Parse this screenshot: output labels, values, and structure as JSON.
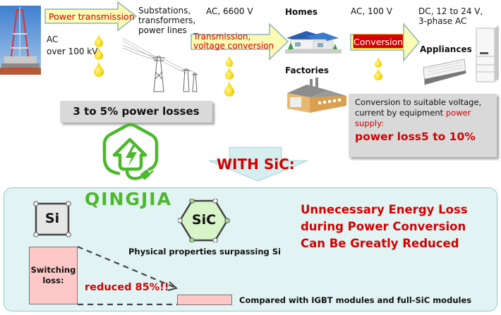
{
  "top_flow": {
    "power_transmission_label": "Power transmission",
    "ac_over_100kv": [
      "AC",
      "over 100 kV"
    ],
    "substations": [
      "Substations,",
      "transformers,",
      "power lines"
    ],
    "ac_6600v": "AC, 6600 V",
    "transmission_label": [
      "Transmission,",
      "voltage conversion"
    ],
    "homes": "Homes",
    "factories": "Factories",
    "ac_100v": "AC, 100 V",
    "conversion_label": "Conversion",
    "dc_label": [
      "DC, 12 to 24 V,",
      "3-phase AC"
    ],
    "appliances": "Appliances"
  },
  "loss_box_left": {
    "text": "3 to 5% power losses"
  },
  "loss_box_right": {
    "line1": "Conversion to suitable voltage,",
    "line2_prefix": "current by equipment ",
    "line2_red": "power",
    "line3_red": "supply:",
    "big": "power loss5 to 10%"
  },
  "with_sic": "WITH SiC:",
  "brand": "QINGJIA",
  "panel": {
    "si_label": "Si",
    "sic_label": "SiC",
    "sic_caption": "Physical properties surpassing Si",
    "headline": [
      "Unnecessary Energy Loss",
      "during Power Conversion",
      "Can Be Greatly Reduced"
    ],
    "switching_loss": [
      "Switching",
      "loss:"
    ],
    "reduced": "reduced 85%!!",
    "comparison": "Compared with IGBT modules and full-SiC modules"
  },
  "colors": {
    "accent_red": "#d40000",
    "brand_green": "#4cb82c",
    "arrow_fill": "#fbfbb4",
    "arrow_stroke": "#8eb4b4",
    "panel_bg": "#e1f3f3",
    "pink": "#ffc8c8"
  }
}
